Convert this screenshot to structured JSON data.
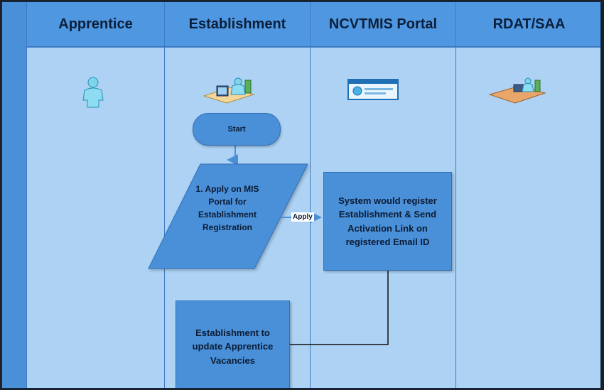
{
  "lanes": [
    {
      "title": "Apprentice",
      "icon": "person-icon"
    },
    {
      "title": "Establishment",
      "icon": "desk-worker-icon"
    },
    {
      "title": "NCVTMIS Portal",
      "icon": "web-portal-icon"
    },
    {
      "title": "RDAT/SAA",
      "icon": "office-desk-icon"
    }
  ],
  "nodes": {
    "start": "Start",
    "apply": "1. Apply on MIS Portal for Establishment Registration",
    "register": "System would register Establishment & Send Activation Link on registered Email ID",
    "update": "Establishment to update Apprentice Vacancies"
  },
  "edges": {
    "apply_label": "Apply"
  },
  "colors": {
    "header": "#4f97e1",
    "lane": "#add2f4",
    "node": "#4a90d9",
    "frame": "#2e75b6"
  }
}
